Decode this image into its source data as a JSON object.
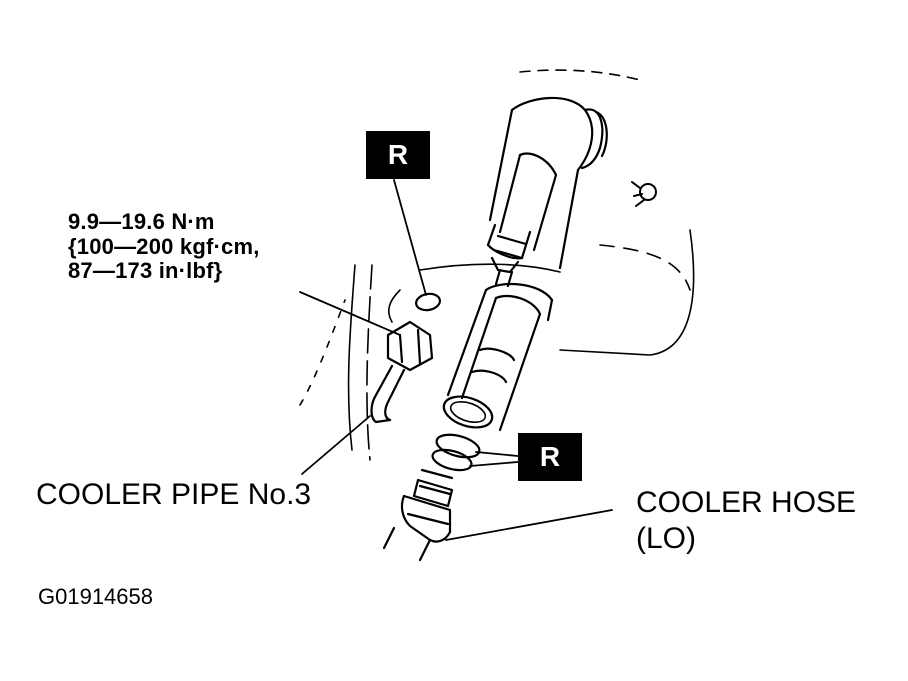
{
  "diagram": {
    "torque_spec": {
      "line1": "9.9—19.6 N·m",
      "line2": "{100—200 kgf·cm,",
      "line3": "87—173 in·lbf}"
    },
    "cooler_pipe_label": "COOLER PIPE No.3",
    "cooler_hose_label": {
      "line1": "COOLER HOSE",
      "line2": "(LO)"
    },
    "replace_marker_top": "R",
    "replace_marker_bottom": "R",
    "figure_id": "G01914658"
  }
}
